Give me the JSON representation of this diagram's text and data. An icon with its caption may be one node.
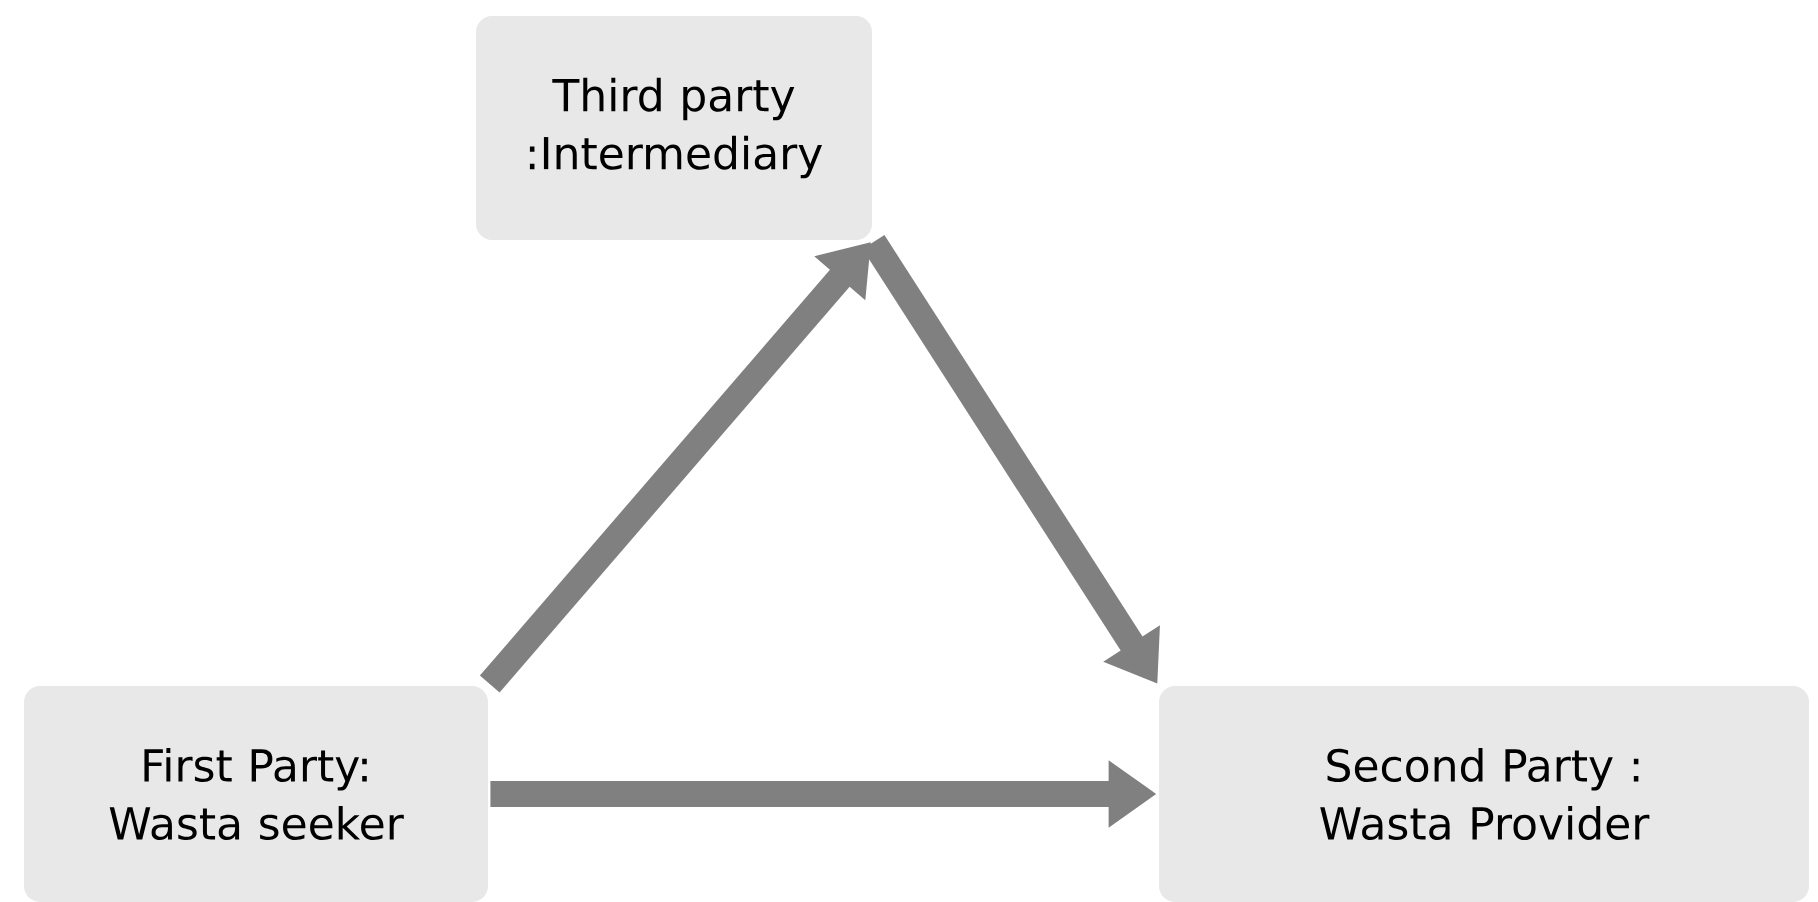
{
  "diagram": {
    "nodes": [
      {
        "text": [
          "Third party :Intermediary"
        ]
      },
      {
        "text": [
          "First Party: Wasta seeker"
        ]
      },
      {
        "text": [
          "Second Party : Wasta Provider"
        ]
      }
    ],
    "edges": [
      {
        "from": 1,
        "to": 0,
        "arrow": "to"
      },
      {
        "from": 0,
        "to": 2,
        "arrow": "to"
      },
      {
        "from": 1,
        "to": 2,
        "arrow": "to"
      }
    ]
  }
}
